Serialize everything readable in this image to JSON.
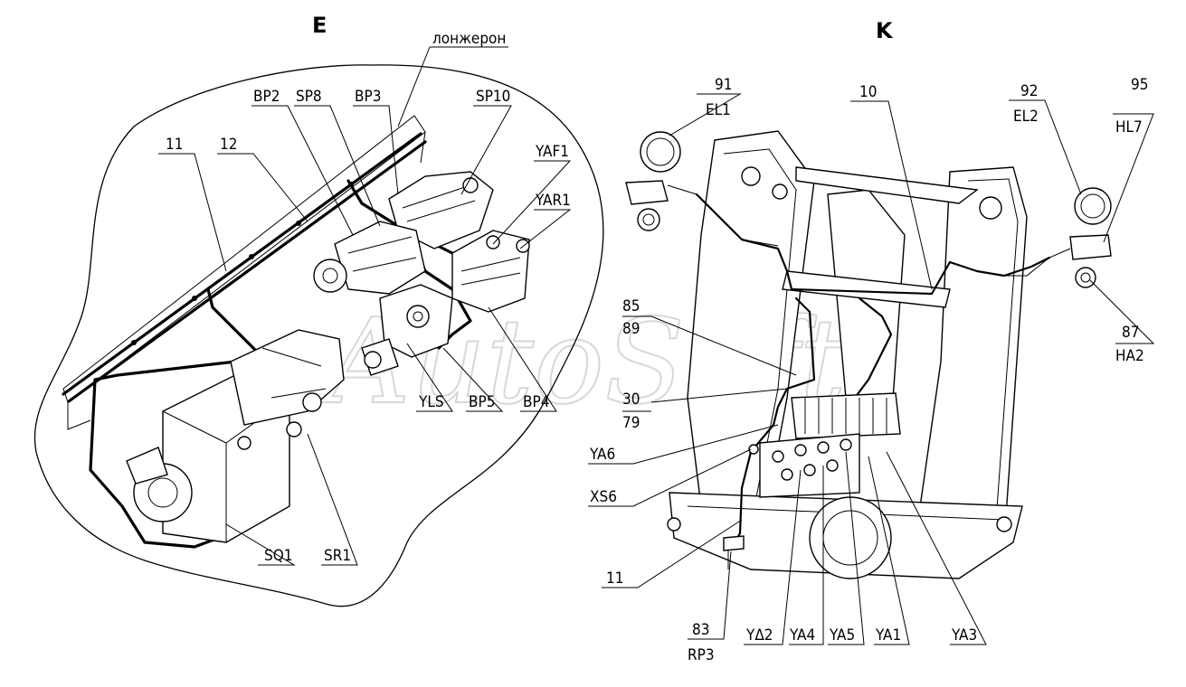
{
  "views": {
    "left": "E",
    "right": "K"
  },
  "watermark": "AutoSoft",
  "left_labels": {
    "longeron": "лонжерон",
    "bp2": "BP2",
    "sp8": "SP8",
    "bp3": "BP3",
    "sp10": "SP10",
    "n11": "11",
    "n12": "12",
    "yaf1": "YAF1",
    "yar1": "YAR1",
    "yls": "YLS",
    "bp5": "BP5",
    "bp4": "BP4",
    "sq1": "SQ1",
    "sr1": "SR1"
  },
  "right_labels": {
    "n91": "91",
    "el1": "EL1",
    "n10": "10",
    "n92": "92",
    "el2": "EL2",
    "n95": "95",
    "hl7": "HL7",
    "n85": "85",
    "n89": "89",
    "n87": "87",
    "ha2": "HA2",
    "n30": "30",
    "n79": "79",
    "ya6": "YA6",
    "xs6": "XS6",
    "n11": "11",
    "n83": "83",
    "rp3": "RP3",
    "ya_d2": "YΔ2",
    "ya4": "YA4",
    "ya5": "YA5",
    "ya1": "YA1",
    "ya3": "YA3"
  }
}
